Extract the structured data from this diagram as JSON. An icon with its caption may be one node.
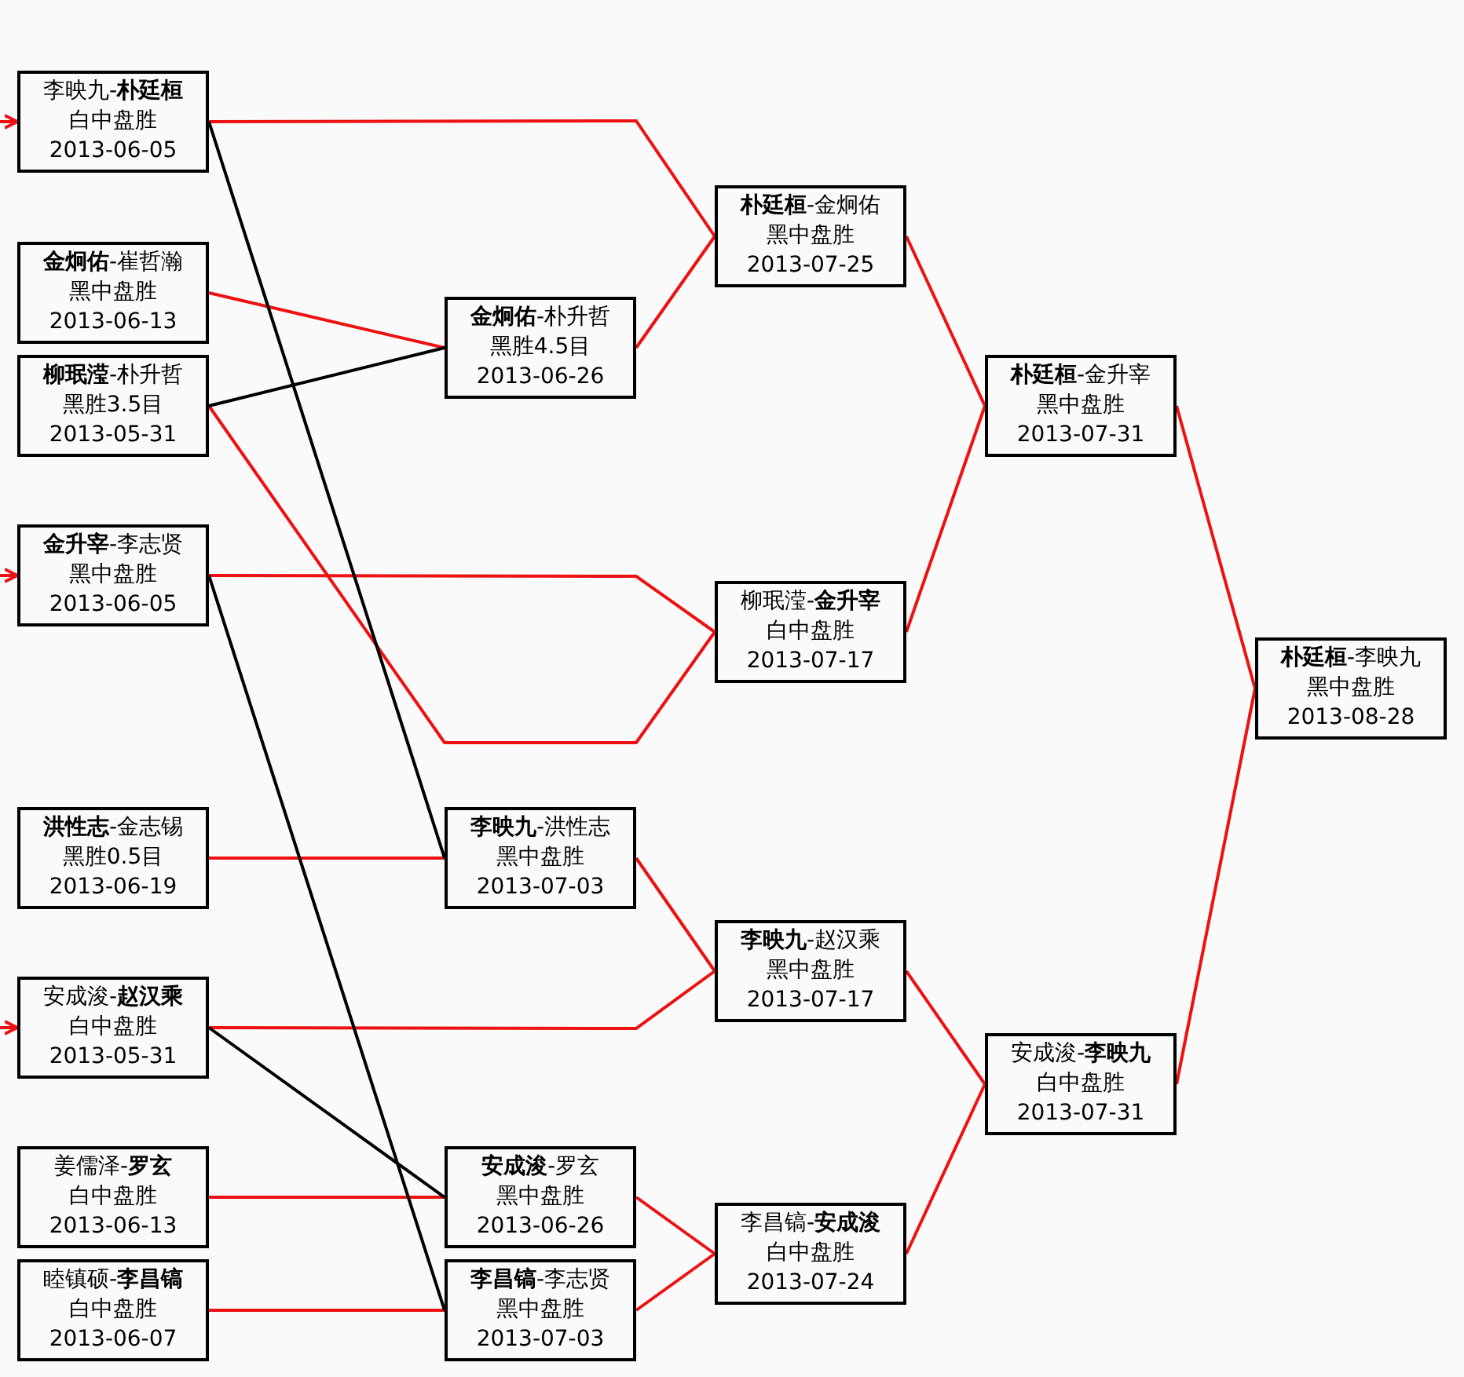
{
  "diagram": {
    "nodes": [
      {
        "text": [
          "李映九-**朴廷桓**",
          "白中盘胜",
          "2013-06-05"
        ]
      },
      {
        "text": [
          "**金炯佑**-崔哲瀚",
          "黑中盘胜",
          "2013-06-13"
        ]
      },
      {
        "text": [
          "**柳珉滢**-朴升哲",
          "黑胜3.5目",
          "2013-05-31"
        ]
      },
      {
        "text": [
          "**金升宰**-李志贤",
          "黑中盘胜",
          "2013-06-05"
        ]
      },
      {
        "text": [
          "**洪性志**-金志锡",
          "黑胜0.5目",
          "2013-06-19"
        ]
      },
      {
        "text": [
          "安成浚-**赵汉乘**",
          "白中盘胜",
          "2013-05-31"
        ]
      },
      {
        "text": [
          "姜儒泽-**罗玄**",
          "白中盘胜",
          "2013-06-13"
        ]
      },
      {
        "text": [
          "睦镇硕-**李昌镐**",
          "白中盘胜",
          "2013-06-07"
        ]
      },
      {
        "text": [
          "**金炯佑**-朴升哲",
          "黑胜4.5目",
          "2013-06-26"
        ]
      },
      {
        "text": [
          "**李映九**-洪性志",
          "黑中盘胜",
          "2013-07-03"
        ]
      },
      {
        "text": [
          "**安成浚**-罗玄",
          "黑中盘胜",
          "2013-06-26"
        ]
      },
      {
        "text": [
          "**李昌镐**-李志贤",
          "黑中盘胜",
          "2013-07-03"
        ]
      },
      {
        "text": [
          "**朴廷桓**-金炯佑",
          "黑中盘胜",
          "2013-07-25"
        ]
      },
      {
        "text": [
          "柳珉滢-**金升宰**",
          "白中盘胜",
          "2013-07-17"
        ]
      },
      {
        "text": [
          "**李映九**-赵汉乘",
          "黑中盘胜",
          "2013-07-17"
        ]
      },
      {
        "text": [
          "李昌镐-**安成浚**",
          "白中盘胜",
          "2013-07-24"
        ]
      },
      {
        "text": [
          "**朴廷桓**-金升宰",
          "黑中盘胜",
          "2013-07-31"
        ]
      },
      {
        "text": [
          "安成浚-**李映九**",
          "白中盘胜",
          "2013-07-31"
        ]
      },
      {
        "text": [
          "**朴廷桓**-李映九",
          "黑中盘胜",
          "2013-08-28"
        ]
      }
    ],
    "edges": [
      {
        "from": null,
        "to": 0,
        "arrow": "to"
      },
      {
        "from": null,
        "to": 3,
        "arrow": "to"
      },
      {
        "from": null,
        "to": 5,
        "arrow": "to"
      },
      {
        "from": 0,
        "to": 12,
        "arrow": "none"
      },
      {
        "from": 1,
        "to": 8,
        "arrow": "none"
      },
      {
        "from": 2,
        "to": 13,
        "arrow": "none"
      },
      {
        "from": 3,
        "to": 13,
        "arrow": "none"
      },
      {
        "from": 4,
        "to": 9,
        "arrow": "none"
      },
      {
        "from": 5,
        "to": 14,
        "arrow": "none"
      },
      {
        "from": 6,
        "to": 10,
        "arrow": "none"
      },
      {
        "from": 7,
        "to": 11,
        "arrow": "none"
      },
      {
        "from": 8,
        "to": 12,
        "arrow": "none"
      },
      {
        "from": 9,
        "to": 14,
        "arrow": "none"
      },
      {
        "from": 10,
        "to": 15,
        "arrow": "none"
      },
      {
        "from": 11,
        "to": 15,
        "arrow": "none"
      },
      {
        "from": 12,
        "to": 16,
        "arrow": "none"
      },
      {
        "from": 13,
        "to": 16,
        "arrow": "none"
      },
      {
        "from": 14,
        "to": 17,
        "arrow": "none"
      },
      {
        "from": 15,
        "to": 17,
        "arrow": "none"
      },
      {
        "from": 16,
        "to": 18,
        "arrow": "none"
      },
      {
        "from": 17,
        "to": 18,
        "arrow": "none"
      },
      {
        "from": 0,
        "to": 9,
        "arrow": "none",
        "color": "#000000"
      },
      {
        "from": 2,
        "to": 8,
        "arrow": "none",
        "color": "#000000"
      },
      {
        "from": 3,
        "to": 11,
        "arrow": "none",
        "color": "#000000"
      },
      {
        "from": 5,
        "to": 10,
        "arrow": "none",
        "color": "#000000"
      }
    ]
  }
}
